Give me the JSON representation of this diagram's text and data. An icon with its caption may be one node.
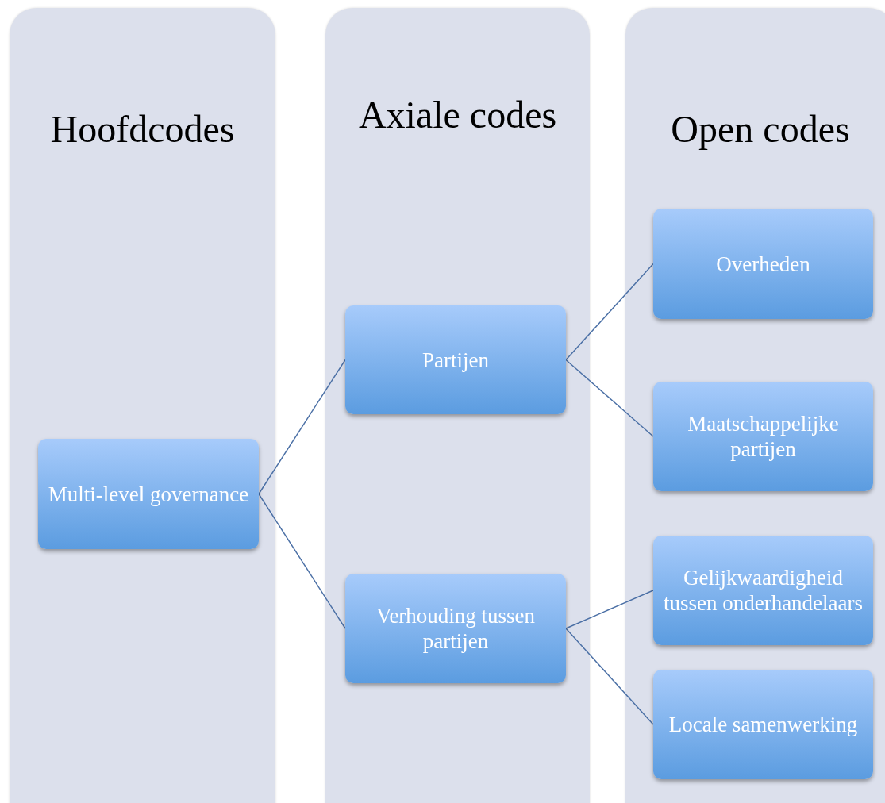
{
  "diagram": {
    "nodes": [
      {
        "text": [
          "Hoofdcodes"
        ]
      },
      {
        "text": [
          "Axiale codes"
        ]
      },
      {
        "text": [
          "Open codes"
        ]
      },
      {
        "text": [
          "Multi-level governance"
        ],
        "in": 0
      },
      {
        "text": [
          "Partijen"
        ],
        "in": 1
      },
      {
        "text": [
          "Verhouding tussen partijen"
        ],
        "in": 1
      },
      {
        "text": [
          "Overheden"
        ],
        "in": 2
      },
      {
        "text": [
          "Maatschappelijke partijen"
        ],
        "in": 2
      },
      {
        "text": [
          "Gelijkwaardigheid tussen onderhandelaars"
        ],
        "in": 2
      },
      {
        "text": [
          "Locale samenwerking"
        ],
        "in": 2
      }
    ],
    "edges": [
      {
        "from": 3,
        "to": 4,
        "arrow": "none"
      },
      {
        "from": 3,
        "to": 5,
        "arrow": "none"
      },
      {
        "from": 4,
        "to": 6,
        "arrow": "none"
      },
      {
        "from": 4,
        "to": 7,
        "arrow": "none"
      },
      {
        "from": 5,
        "to": 8,
        "arrow": "none"
      },
      {
        "from": 5,
        "to": 9,
        "arrow": "none"
      }
    ]
  }
}
